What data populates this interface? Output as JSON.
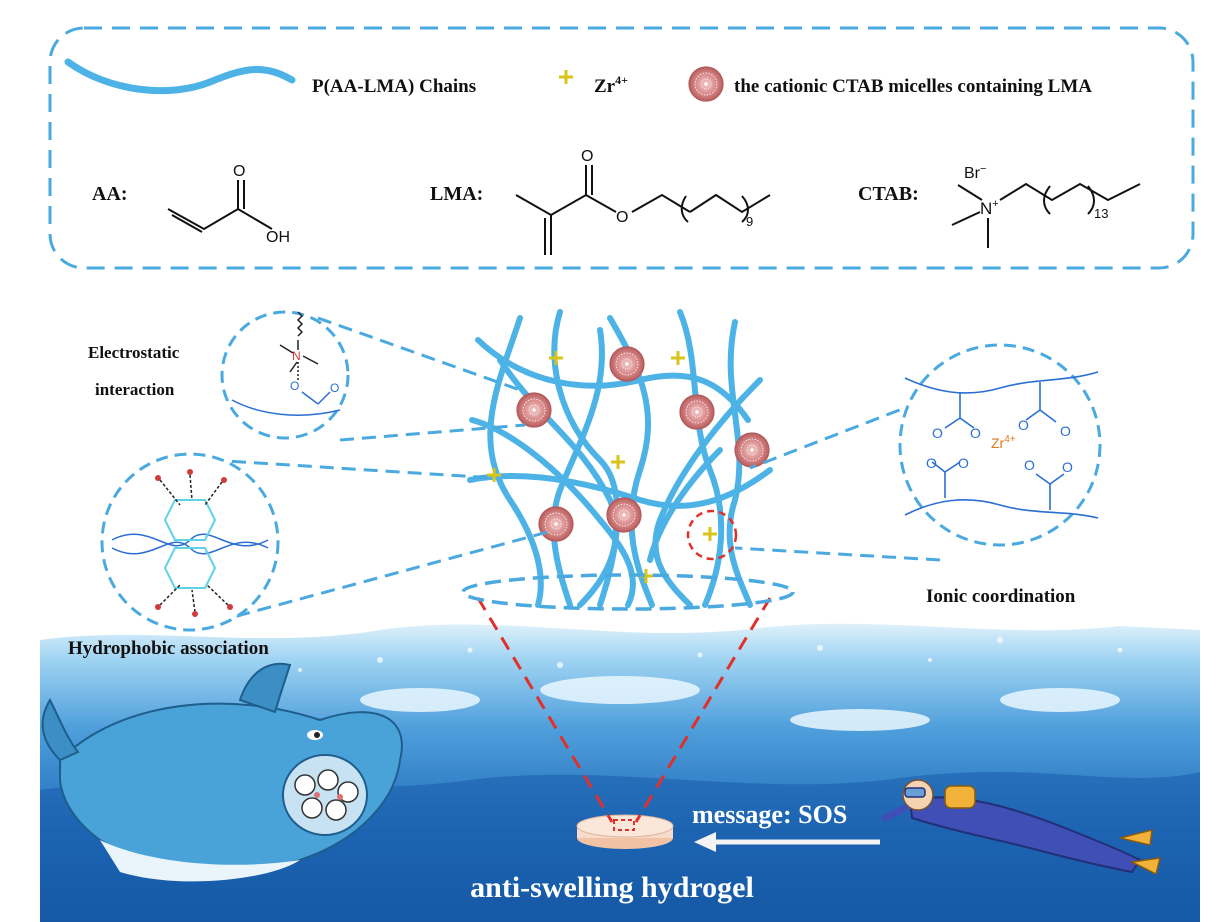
{
  "legend": {
    "chain_label": "P(AA-LMA) Chains",
    "zr_label": "Zr",
    "zr_sup": "4+",
    "micelle_label": "the cationic CTAB micelles containing LMA"
  },
  "molecules": {
    "aa_label": "AA:",
    "aa_o": "O",
    "aa_oh": "OH",
    "lma_label": "LMA:",
    "lma_o_top": "O",
    "lma_o_ester": "O",
    "lma_sub": "9",
    "ctab_label": "CTAB:",
    "ctab_br": "Br",
    "ctab_br_sup": "−",
    "ctab_n": "N",
    "ctab_n_sup": "+",
    "ctab_sub": "13"
  },
  "interactions": {
    "electrostatic_line1": "Electrostatic",
    "electrostatic_line2": "interaction",
    "hydrophobic": "Hydrophobic association",
    "ionic": "Ionic coordination",
    "ionic_zr": "Zr",
    "ionic_zr_sup": "4+"
  },
  "scene": {
    "message": "message: SOS",
    "product": "anti-swelling hydrogel"
  },
  "colors": {
    "chain": "#4db3e6",
    "dash": "#4aa9df",
    "micelle": "#c96b6b",
    "zr": "#d9c41a",
    "red_dash": "#e0302a",
    "water_top": "#9fd3f2",
    "water_bottom": "#0f4f9a"
  }
}
